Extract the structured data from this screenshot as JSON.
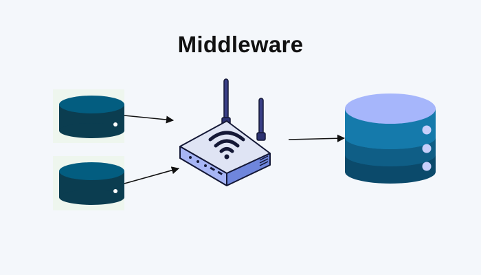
{
  "diagram": {
    "title": "Middleware",
    "nodes": [
      {
        "id": "source-disk-1",
        "icon": "hard-disk-icon"
      },
      {
        "id": "source-disk-2",
        "icon": "hard-disk-icon"
      },
      {
        "id": "middleware-router",
        "icon": "wifi-router-icon"
      },
      {
        "id": "target-database",
        "icon": "database-icon"
      }
    ],
    "edges": [
      {
        "from": "source-disk-1",
        "to": "middleware-router"
      },
      {
        "from": "source-disk-2",
        "to": "middleware-router"
      },
      {
        "from": "middleware-router",
        "to": "target-database"
      }
    ]
  },
  "colors": {
    "background": "#f4f7fb",
    "disk_top": "#035d80",
    "disk_body": "#0b3d50",
    "disk_led": "#ffffff",
    "router_top": "#dfe4f4",
    "router_body": "#a7b5f5",
    "router_front": "#6f86dc",
    "router_outline": "#141836",
    "antenna": "#3a3f86",
    "db_top": "#a6b6fb",
    "db_band_1": "#157aab",
    "db_band_2": "#0f5e86",
    "db_band_3": "#0b4a6b",
    "db_dots": "#c7cffb"
  }
}
